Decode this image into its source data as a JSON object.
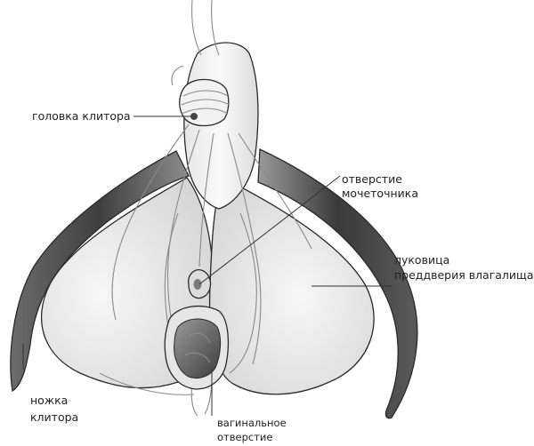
{
  "labels": {
    "glans": "головка клитора",
    "urethra_l1": "отверстие",
    "urethra_l2": "мочеточника",
    "bulb_l1": "луковица",
    "bulb_l2": "преддверия влагалища",
    "crus_l1": "ножка",
    "crus_l2": "клитора",
    "vaginal_l1": "вагинальное",
    "vaginal_l2": "отверстие"
  },
  "colors": {
    "crura_dark": "#4a4a4a",
    "bulb_light": "#e6e6e6",
    "body_fill": "#f4f4f4",
    "outline": "#2a2a2a"
  }
}
